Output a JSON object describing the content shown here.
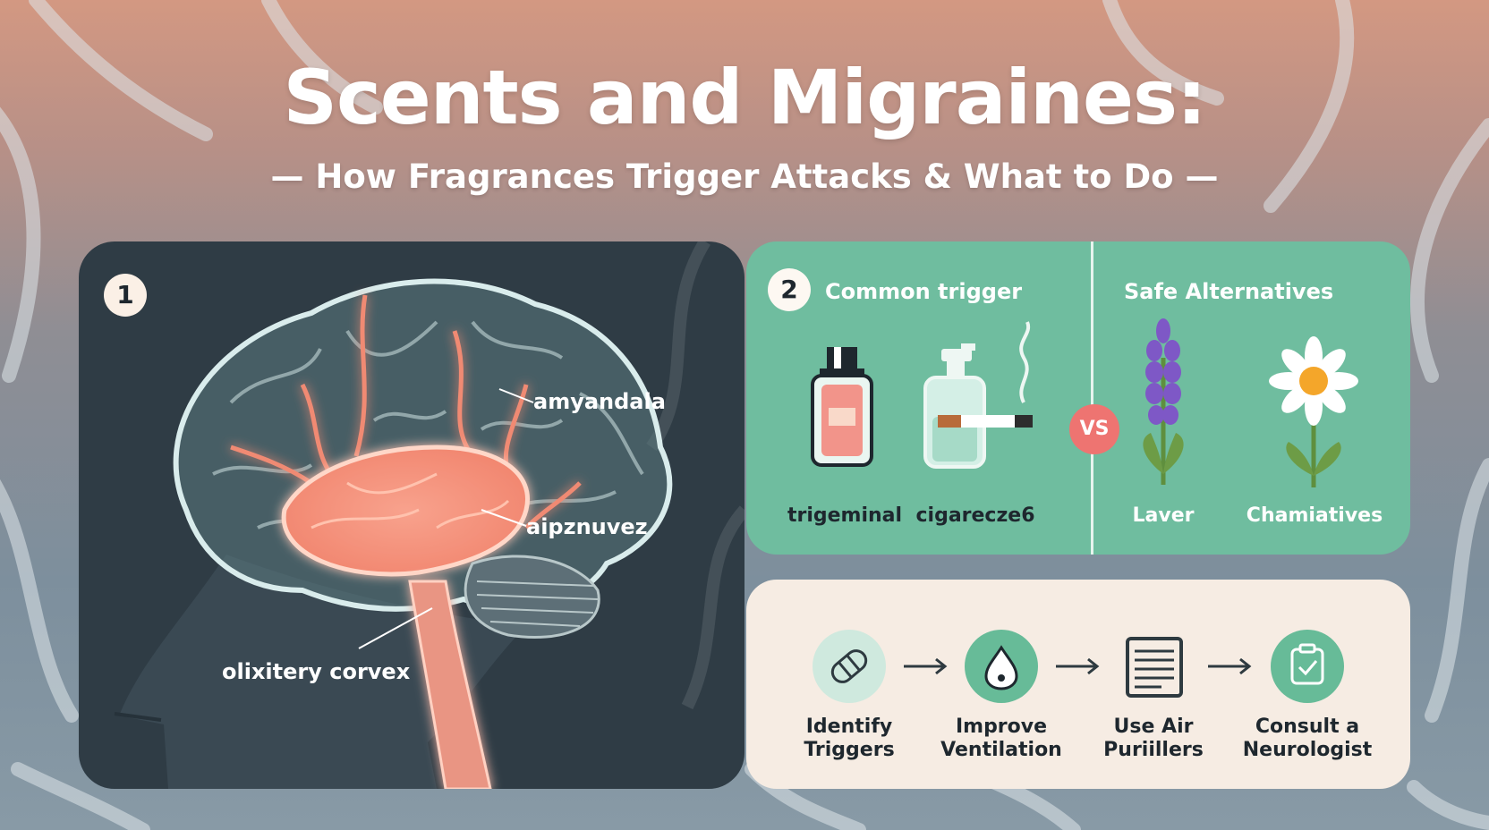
{
  "header": {
    "title": "Scents and Migraines:",
    "subtitle": "— How Fragrances Trigger Attacks & What to Do —"
  },
  "brain_panel": {
    "badge": "1",
    "labels": {
      "amygdala": "amyandala",
      "second": "aipznuvez",
      "cortex": "olixitery corvex"
    }
  },
  "trigger_panel": {
    "badge": "2",
    "heading": "Common trigger",
    "alt_heading": "Safe Alternatives",
    "vs": "VS",
    "triggers": [
      "trigeminal",
      "cigarecze6"
    ],
    "alternatives": [
      "Laver",
      "Chamiatives"
    ]
  },
  "steps_panel": {
    "steps": [
      {
        "line1": "Identify",
        "line2": "Triggers",
        "icon": "bandage-icon"
      },
      {
        "line1": "Improve",
        "line2": "Ventilation",
        "icon": "drop-icon"
      },
      {
        "line1": "Use Air",
        "line2": "Puriillers",
        "icon": "document-icon"
      },
      {
        "line1": "Consult a",
        "line2": "Neurologist",
        "icon": "clipboard-check-icon"
      }
    ]
  },
  "colors": {
    "trigger_panel": "#6fbd9f",
    "brain_panel": "#2f3c45",
    "steps_panel": "#f6ece3",
    "vs_badge": "#ee7471",
    "glow": "#f59b83"
  }
}
